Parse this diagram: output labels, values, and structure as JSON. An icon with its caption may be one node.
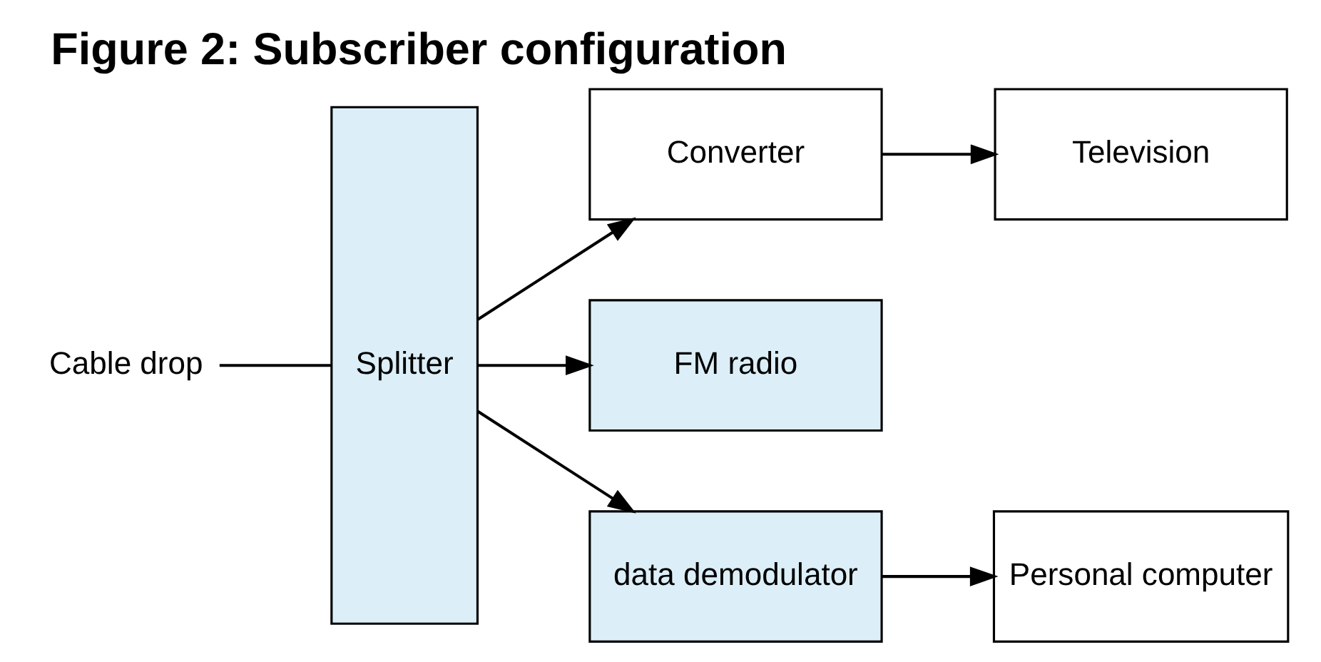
{
  "diagram": {
    "title": "Figure 2: Subscriber configuration",
    "nodes": [
      {
        "text": [
          "Cable drop"
        ]
      },
      {
        "text": [
          "Splitter"
        ]
      },
      {
        "text": [
          "Converter"
        ]
      },
      {
        "text": [
          "Television"
        ]
      },
      {
        "text": [
          "FM radio"
        ]
      },
      {
        "text": [
          "data demodulator"
        ]
      },
      {
        "text": [
          "Personal computer"
        ]
      }
    ],
    "edges": [
      {
        "from": 0,
        "to": 1,
        "arrow": "none"
      },
      {
        "from": 1,
        "to": 2,
        "arrow": "to"
      },
      {
        "from": 2,
        "to": 3,
        "arrow": "to"
      },
      {
        "from": 1,
        "to": 4,
        "arrow": "to"
      },
      {
        "from": 1,
        "to": 5,
        "arrow": "to"
      },
      {
        "from": 5,
        "to": 6,
        "arrow": "to"
      }
    ]
  }
}
